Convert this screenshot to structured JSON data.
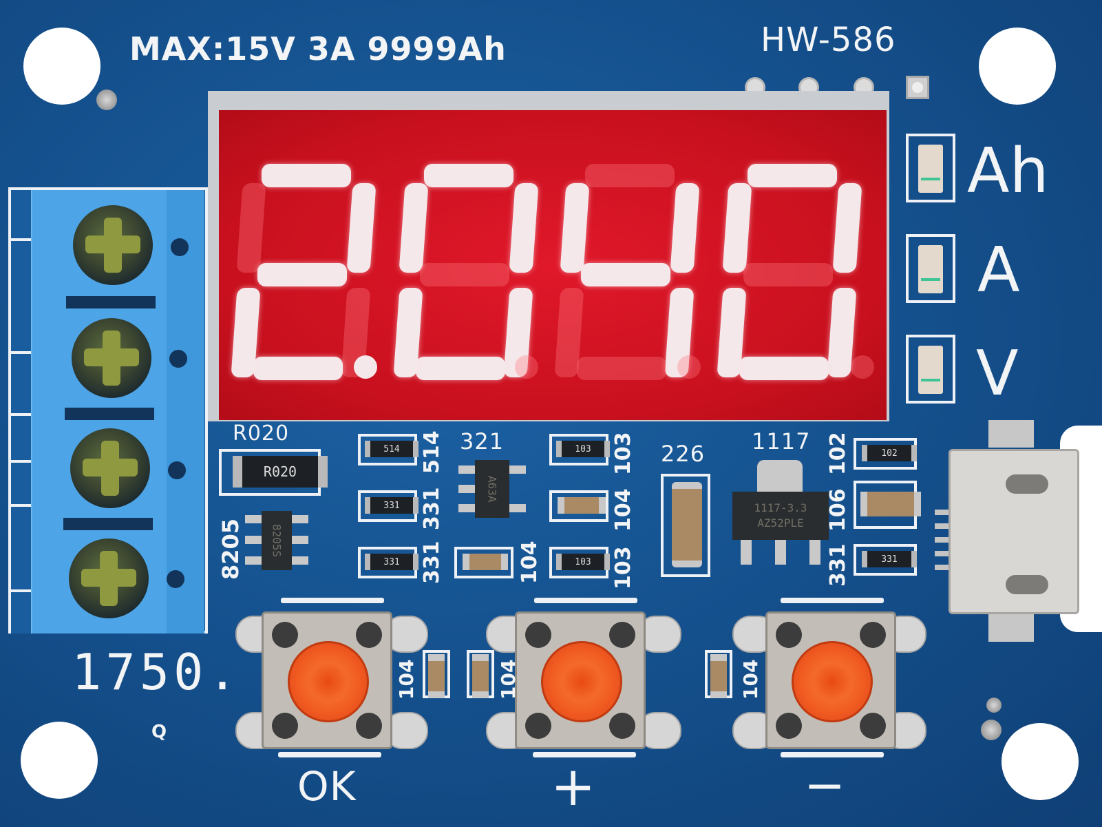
{
  "board": {
    "model": "HW-586",
    "rating": "MAX:15V 3A 9999Ah",
    "pcb_color": "#15528f",
    "silkscreen_color": "#f2f4f6"
  },
  "display": {
    "reading": "2.040",
    "digits": [
      "2",
      "0",
      "4",
      "0"
    ],
    "decimal_after_digit": 1,
    "segment_color": "#f4e8ea",
    "background_color": "#c8101e"
  },
  "indicators": [
    {
      "label": "Ah"
    },
    {
      "label": "A"
    },
    {
      "label": "V"
    }
  ],
  "buttons": [
    {
      "label": "OK",
      "cap_color": "#f05a20"
    },
    {
      "label": "+",
      "cap_color": "#f05a20"
    },
    {
      "label": "−",
      "cap_color": "#f05a20"
    }
  ],
  "terminal_block": {
    "screw_count": 4,
    "color": "#4da4e6"
  },
  "resistor_marking": {
    "value": "1750.",
    "unit": "Q"
  },
  "components": {
    "shunt": {
      "silk": "R020",
      "marking": "R020"
    },
    "mosfet": {
      "silk": "8205",
      "marking": "8205S"
    },
    "opamp": {
      "silk": "321",
      "marking": "A63A"
    },
    "regulator": {
      "silk": "1117",
      "marking_line1": "1117-3.3",
      "marking_line2": "AZ52PLE"
    },
    "tantalum": {
      "silk": "226"
    },
    "resistors": [
      {
        "marking": "514",
        "silk": "514"
      },
      {
        "marking": "331",
        "silk": "331"
      },
      {
        "marking": "331",
        "silk": "331"
      },
      {
        "marking": "103",
        "silk": "103"
      },
      {
        "marking": "103",
        "silk": "103"
      },
      {
        "marking": "102",
        "silk": "102"
      },
      {
        "marking": "331",
        "silk": "331"
      }
    ],
    "capacitor_labels": [
      "104",
      "104",
      "106",
      "104",
      "104",
      "104"
    ]
  },
  "connectors": {
    "usb": "micro-usb"
  }
}
